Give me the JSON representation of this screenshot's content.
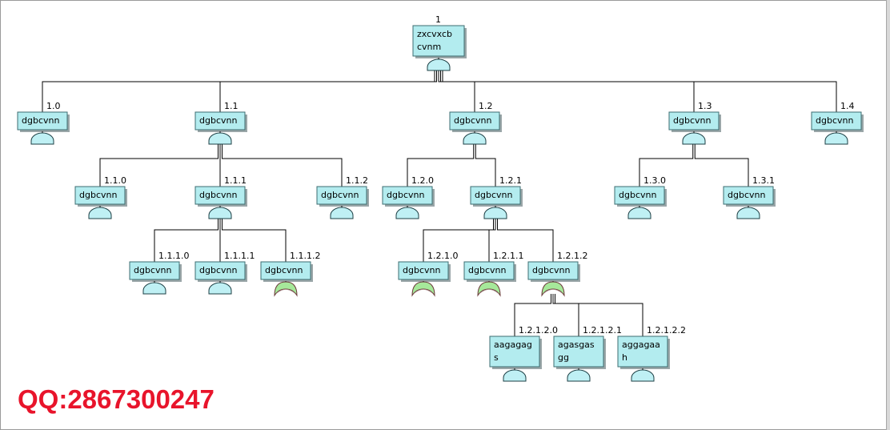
{
  "diagram": {
    "nodes": [
      {
        "id": "n1",
        "label": "1",
        "text": [
          "zxcvxcb",
          "cvnm"
        ],
        "gate": "and",
        "gate_color": "#bff0f4"
      },
      {
        "id": "n1_0",
        "label": "1.0",
        "text": [
          "dgbcvnn"
        ],
        "gate": "basic",
        "gate_color": "#bff0f4"
      },
      {
        "id": "n1_1",
        "label": "1.1",
        "text": [
          "dgbcvnn"
        ],
        "gate": "and",
        "gate_color": "#bff0f4"
      },
      {
        "id": "n1_2",
        "label": "1.2",
        "text": [
          "dgbcvnn"
        ],
        "gate": "and",
        "gate_color": "#bff0f4"
      },
      {
        "id": "n1_3",
        "label": "1.3",
        "text": [
          "dgbcvnn"
        ],
        "gate": "and",
        "gate_color": "#bff0f4"
      },
      {
        "id": "n1_4",
        "label": "1.4",
        "text": [
          "dgbcvnn"
        ],
        "gate": "basic",
        "gate_color": "#bff0f4"
      },
      {
        "id": "n1_1_0",
        "label": "1.1.0",
        "text": [
          "dgbcvnn"
        ],
        "gate": "basic",
        "gate_color": "#bff0f4"
      },
      {
        "id": "n1_1_1",
        "label": "1.1.1",
        "text": [
          "dgbcvnn"
        ],
        "gate": "and",
        "gate_color": "#bff0f4"
      },
      {
        "id": "n1_1_2",
        "label": "1.1.2",
        "text": [
          "dgbcvnn"
        ],
        "gate": "basic",
        "gate_color": "#bff0f4"
      },
      {
        "id": "n1_2_0",
        "label": "1.2.0",
        "text": [
          "dgbcvnn"
        ],
        "gate": "basic",
        "gate_color": "#bff0f4"
      },
      {
        "id": "n1_2_1",
        "label": "1.2.1",
        "text": [
          "dgbcvnn"
        ],
        "gate": "and",
        "gate_color": "#bff0f4"
      },
      {
        "id": "n1_3_0",
        "label": "1.3.0",
        "text": [
          "dgbcvnn"
        ],
        "gate": "basic",
        "gate_color": "#bff0f4"
      },
      {
        "id": "n1_3_1",
        "label": "1.3.1",
        "text": [
          "dgbcvnn"
        ],
        "gate": "basic",
        "gate_color": "#bff0f4"
      },
      {
        "id": "n1_1_1_0",
        "label": "1.1.1.0",
        "text": [
          "dgbcvnn"
        ],
        "gate": "basic",
        "gate_color": "#bff0f4"
      },
      {
        "id": "n1_1_1_1",
        "label": "1.1.1.1",
        "text": [
          "dgbcvnn"
        ],
        "gate": "basic",
        "gate_color": "#bff0f4"
      },
      {
        "id": "n1_1_1_2",
        "label": "1.1.1.2",
        "text": [
          "dgbcvnn"
        ],
        "gate": "green",
        "gate_color": "#a6e89a"
      },
      {
        "id": "n1_2_1_0",
        "label": "1.2.1.0",
        "text": [
          "dgbcvnn"
        ],
        "gate": "green",
        "gate_color": "#a6e89a"
      },
      {
        "id": "n1_2_1_1",
        "label": "1.2.1.1",
        "text": [
          "dgbcvnn"
        ],
        "gate": "green",
        "gate_color": "#a6e89a"
      },
      {
        "id": "n1_2_1_2",
        "label": "1.2.1.2",
        "text": [
          "dgbcvnn"
        ],
        "gate": "greenand",
        "gate_color": "#a6e89a"
      },
      {
        "id": "n1_2_1_2_0",
        "label": "1.2.1.2.0",
        "text": [
          "aagagag",
          "s"
        ],
        "gate": "basic",
        "gate_color": "#bff0f4"
      },
      {
        "id": "n1_2_1_2_1",
        "label": "1.2.1.2.1",
        "text": [
          "agasgas",
          "gg"
        ],
        "gate": "basic",
        "gate_color": "#bff0f4"
      },
      {
        "id": "n1_2_1_2_2",
        "label": "1.2.1.2.2",
        "text": [
          "aggagaa",
          "h"
        ],
        "gate": "basic",
        "gate_color": "#bff0f4"
      }
    ],
    "edges": [
      [
        "n1",
        "n1_0"
      ],
      [
        "n1",
        "n1_1"
      ],
      [
        "n1",
        "n1_2"
      ],
      [
        "n1",
        "n1_3"
      ],
      [
        "n1",
        "n1_4"
      ],
      [
        "n1_1",
        "n1_1_0"
      ],
      [
        "n1_1",
        "n1_1_1"
      ],
      [
        "n1_1",
        "n1_1_2"
      ],
      [
        "n1_2",
        "n1_2_0"
      ],
      [
        "n1_2",
        "n1_2_1"
      ],
      [
        "n1_3",
        "n1_3_0"
      ],
      [
        "n1_3",
        "n1_3_1"
      ],
      [
        "n1_1_1",
        "n1_1_1_0"
      ],
      [
        "n1_1_1",
        "n1_1_1_1"
      ],
      [
        "n1_1_1",
        "n1_1_1_2"
      ],
      [
        "n1_2_1",
        "n1_2_1_0"
      ],
      [
        "n1_2_1",
        "n1_2_1_1"
      ],
      [
        "n1_2_1",
        "n1_2_1_2"
      ],
      [
        "n1_2_1_2",
        "n1_2_1_2_0"
      ],
      [
        "n1_2_1_2",
        "n1_2_1_2_1"
      ],
      [
        "n1_2_1_2",
        "n1_2_1_2_2"
      ]
    ],
    "colors": {
      "box_fill": "#b3ecef",
      "box_border": "#3c6d70",
      "box_shadow": "#9aa6a8",
      "line": "#000000"
    }
  },
  "watermark": "QQ:2867300247"
}
